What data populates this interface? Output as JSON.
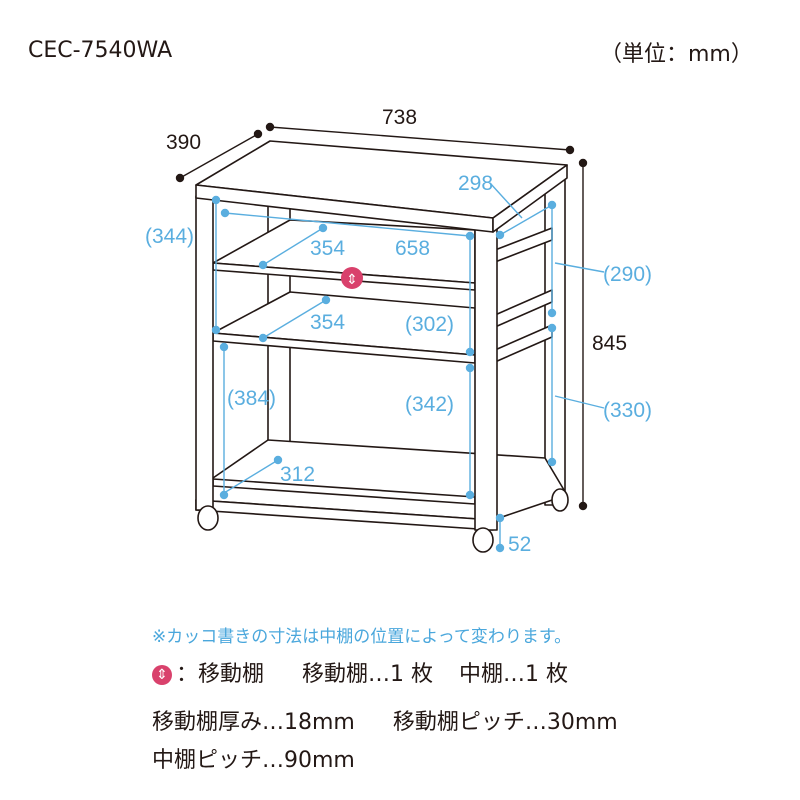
{
  "header": {
    "model": "CEC-7540WA",
    "unit": "（単位：mm）"
  },
  "dimensions": {
    "depth": "390",
    "width": "738",
    "height": "845",
    "top_inner_depth": "298",
    "inner_width": "658",
    "shelf_upper_depth": "354",
    "shelf_lower_depth": "354",
    "bottom_depth": "312",
    "caster_height": "52",
    "left_upper": "(344)",
    "left_lower": "(384)",
    "center_upper": "(302)",
    "center_lower": "(342)",
    "right_upper": "(290)",
    "right_lower": "(330)"
  },
  "notes": {
    "caution": "※カッコ書きの寸法は中棚の位置によって変わります。",
    "legend_icon": "⇕",
    "legend_label": "：移動棚",
    "movable_count": "移動棚…1 枚",
    "middle_count": "中棚…1 枚",
    "movable_thickness": "移動棚厚み…18mm",
    "movable_pitch": "移動棚ピッチ…30mm",
    "middle_pitch": "中棚ピッチ…90mm"
  },
  "colors": {
    "dimension_blue": "#5aaedf",
    "movable_marker": "#d9416c"
  }
}
